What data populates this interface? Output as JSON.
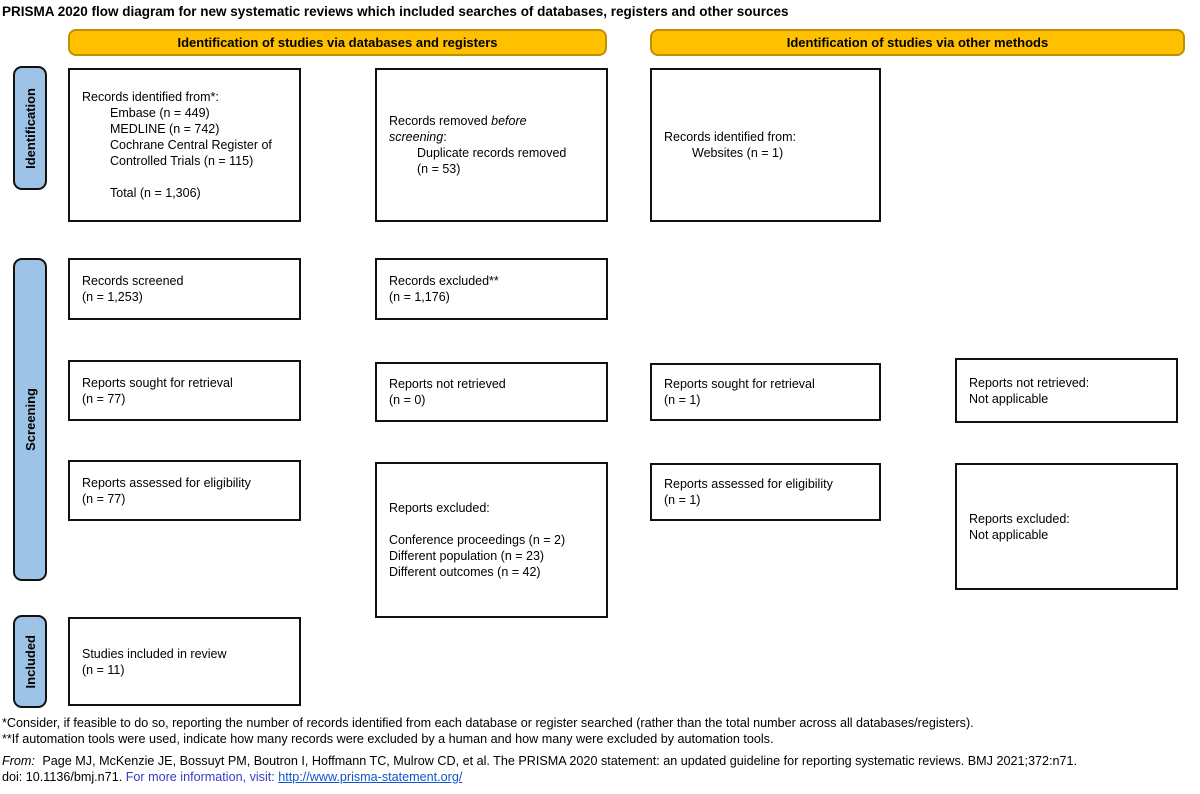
{
  "title": "PRISMA 2020 flow diagram for new systematic reviews which included searches of databases, registers and other sources",
  "colors": {
    "header_fill": "#FFC000",
    "header_border": "#BF9000",
    "stage_fill": "#9DC3E6",
    "box_border": "#111111",
    "info_text": "#3A3AC8",
    "link": "#1155CC"
  },
  "headers": {
    "databases": "Identification of studies via databases and registers",
    "other_methods": "Identification of studies via other methods"
  },
  "stages": {
    "identification": "Identification",
    "screening": "Screening",
    "included": "Included"
  },
  "boxes": {
    "records_identified_db": {
      "l1": "Records identified from*:",
      "l2": "Embase (n = 449)",
      "l3": "MEDLINE (n = 742)",
      "l4": "Cochrane Central Register of",
      "l5": "Controlled Trials (n = 115)",
      "l6": "Total (n = 1,306)"
    },
    "records_removed": {
      "l1a": "Records removed ",
      "l1b": "before",
      "l2a": "screening",
      "l2b": ":",
      "l3": "Duplicate records removed",
      "l4": "(n = 53)"
    },
    "records_identified_other": {
      "l1": "Records identified from:",
      "l2": "Websites (n = 1)"
    },
    "records_screened": {
      "l1": "Records screened",
      "l2": "(n = 1,253)"
    },
    "records_excluded": {
      "l1": "Records excluded**",
      "l2": "(n = 1,176)"
    },
    "reports_sought_db": {
      "l1": "Reports sought for retrieval",
      "l2": "(n = 77)"
    },
    "reports_not_retrieved_db": {
      "l1": "Reports not retrieved",
      "l2": "(n = 0)"
    },
    "reports_sought_other": {
      "l1": "Reports sought for retrieval",
      "l2": "(n = 1)"
    },
    "reports_not_retrieved_other": {
      "l1": "Reports not retrieved:",
      "l2": "Not applicable"
    },
    "reports_assessed_db": {
      "l1": "Reports assessed for eligibility",
      "l2": "(n = 77)"
    },
    "reports_excluded_db": {
      "l1": "Reports excluded:",
      "l2": "Conference proceedings (n = 2)",
      "l3": "Different population (n = 23)",
      "l4": "Different outcomes (n = 42)"
    },
    "reports_assessed_other": {
      "l1": "Reports assessed for eligibility",
      "l2": "(n = 1)"
    },
    "reports_excluded_other": {
      "l1": "Reports excluded:",
      "l2": "Not applicable"
    },
    "studies_included": {
      "l1": "Studies included in review",
      "l2": "(n = 11)"
    }
  },
  "footnotes": {
    "fn1": "*Consider, if feasible to do so, reporting the number of records identified from each database or register searched (rather than the total number across all databases/registers).",
    "fn2": "**If automation tools were used, indicate how many records were excluded by a human and how many were excluded by automation tools."
  },
  "citation": {
    "from_label": "From:",
    "line1": " Page MJ, McKenzie JE, Bossuyt PM, Boutron I, Hoffmann TC, Mulrow CD, et al. The PRISMA 2020 statement: an updated guideline for reporting systematic reviews. BMJ 2021;372:n71.",
    "line2_doi": "doi: 10.1136/bmj.n71. ",
    "line2_info": "For more information, visit: ",
    "line2_link": "http://www.prisma-statement.org/"
  }
}
